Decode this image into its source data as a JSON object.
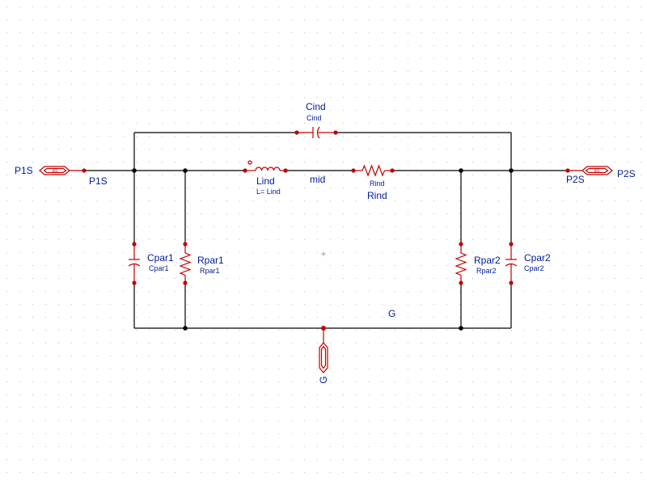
{
  "colors": {
    "background": "#ffffff",
    "grid_dot": "#bdbdbd",
    "wire": "#000000",
    "symbol": "#c00000",
    "label": "#001a99"
  },
  "ports": {
    "left": {
      "name": "P1S",
      "net": "P1S",
      "icon": "port-io-icon"
    },
    "right": {
      "name": "P2S",
      "net": "P2S",
      "icon": "port-io-icon"
    },
    "ground": {
      "name": "G",
      "net": "G",
      "icon": "port-io-icon"
    }
  },
  "components": {
    "cind": {
      "name": "Cind",
      "value": "Cind",
      "icon": "capacitor-icon"
    },
    "lind": {
      "name": "Lind",
      "value": "L= Lind",
      "icon": "inductor-icon"
    },
    "rind": {
      "name": "Rind",
      "value": "Rind",
      "icon": "resistor-icon"
    },
    "cpar1": {
      "name": "Cpar1",
      "value": "Cpar1",
      "icon": "capacitor-icon"
    },
    "rpar1": {
      "name": "Rpar1",
      "value": "Rpar1",
      "icon": "resistor-icon"
    },
    "rpar2": {
      "name": "Rpar2",
      "value": "Rpar2",
      "icon": "resistor-icon"
    },
    "cpar2": {
      "name": "Cpar2",
      "value": "Cpar2",
      "icon": "capacitor-icon"
    }
  },
  "nets": {
    "mid": "mid"
  },
  "origin_marker": "+"
}
